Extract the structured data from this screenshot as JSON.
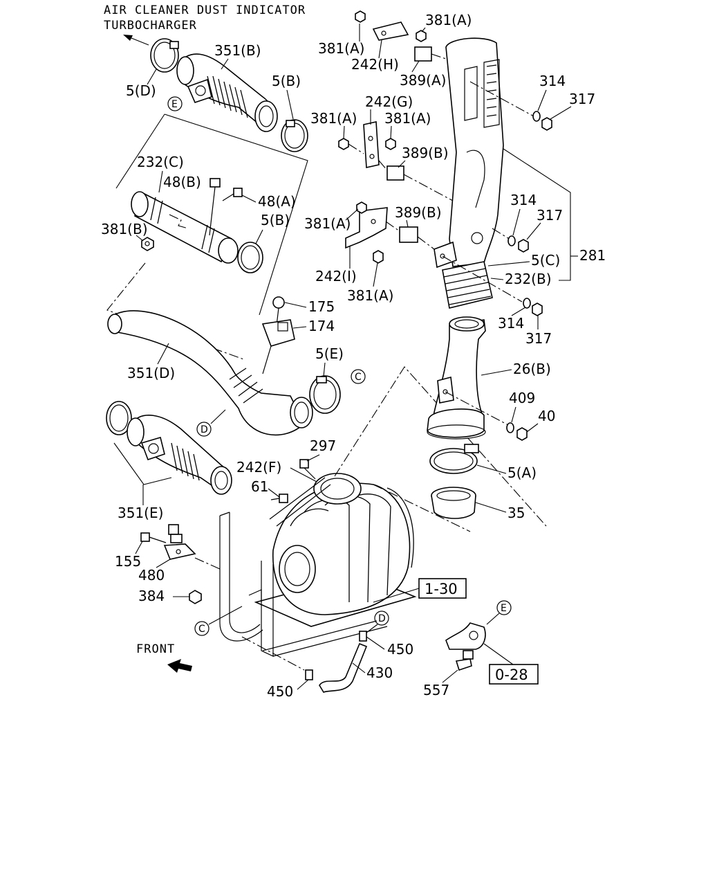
{
  "header": {
    "line1": "AIR CLEANER DUST INDICATOR",
    "line2": "TURBOCHARGER"
  },
  "front_label": "FRONT",
  "ref_boxes": {
    "box_1_30": "1-30",
    "box_0_28": "0-28"
  },
  "circle_refs": {
    "c": "C",
    "d": "D",
    "e": "E"
  },
  "labels": {
    "l_381a_top": "381(A)",
    "l_381a_top2": "381(A)",
    "l_242h": "242(H)",
    "l_389a": "389(A)",
    "l_314_top": "314",
    "l_317_top": "317",
    "l_351b": "351(B)",
    "l_5d": "5(D)",
    "l_5b_top": "5(B)",
    "l_242g": "242(G)",
    "l_381a_mid1": "381(A)",
    "l_381a_mid2": "381(A)",
    "l_389b_top": "389(B)",
    "l_232c": "232(C)",
    "l_48b": "48(B)",
    "l_48a": "48(A)",
    "l_381b": "381(B)",
    "l_5b_mid": "5(B)",
    "l_381a_low1": "381(A)",
    "l_389b_low": "389(B)",
    "l_314_mid": "314",
    "l_317_mid": "317",
    "l_242i": "242(I)",
    "l_381a_low2": "381(A)",
    "l_5c": "5(C)",
    "l_281": "281",
    "l_232b": "232(B)",
    "l_175": "175",
    "l_174": "174",
    "l_314_low": "314",
    "l_317_low": "317",
    "l_351d": "351(D)",
    "l_5e": "5(E)",
    "l_26b": "26(B)",
    "l_409": "409",
    "l_40": "40",
    "l_297": "297",
    "l_242f": "242(F)",
    "l_61": "61",
    "l_5a": "5(A)",
    "l_351e": "351(E)",
    "l_35": "35",
    "l_155": "155",
    "l_480": "480",
    "l_384": "384",
    "l_450_a": "450",
    "l_430": "430",
    "l_450_b": "450",
    "l_557": "557"
  }
}
